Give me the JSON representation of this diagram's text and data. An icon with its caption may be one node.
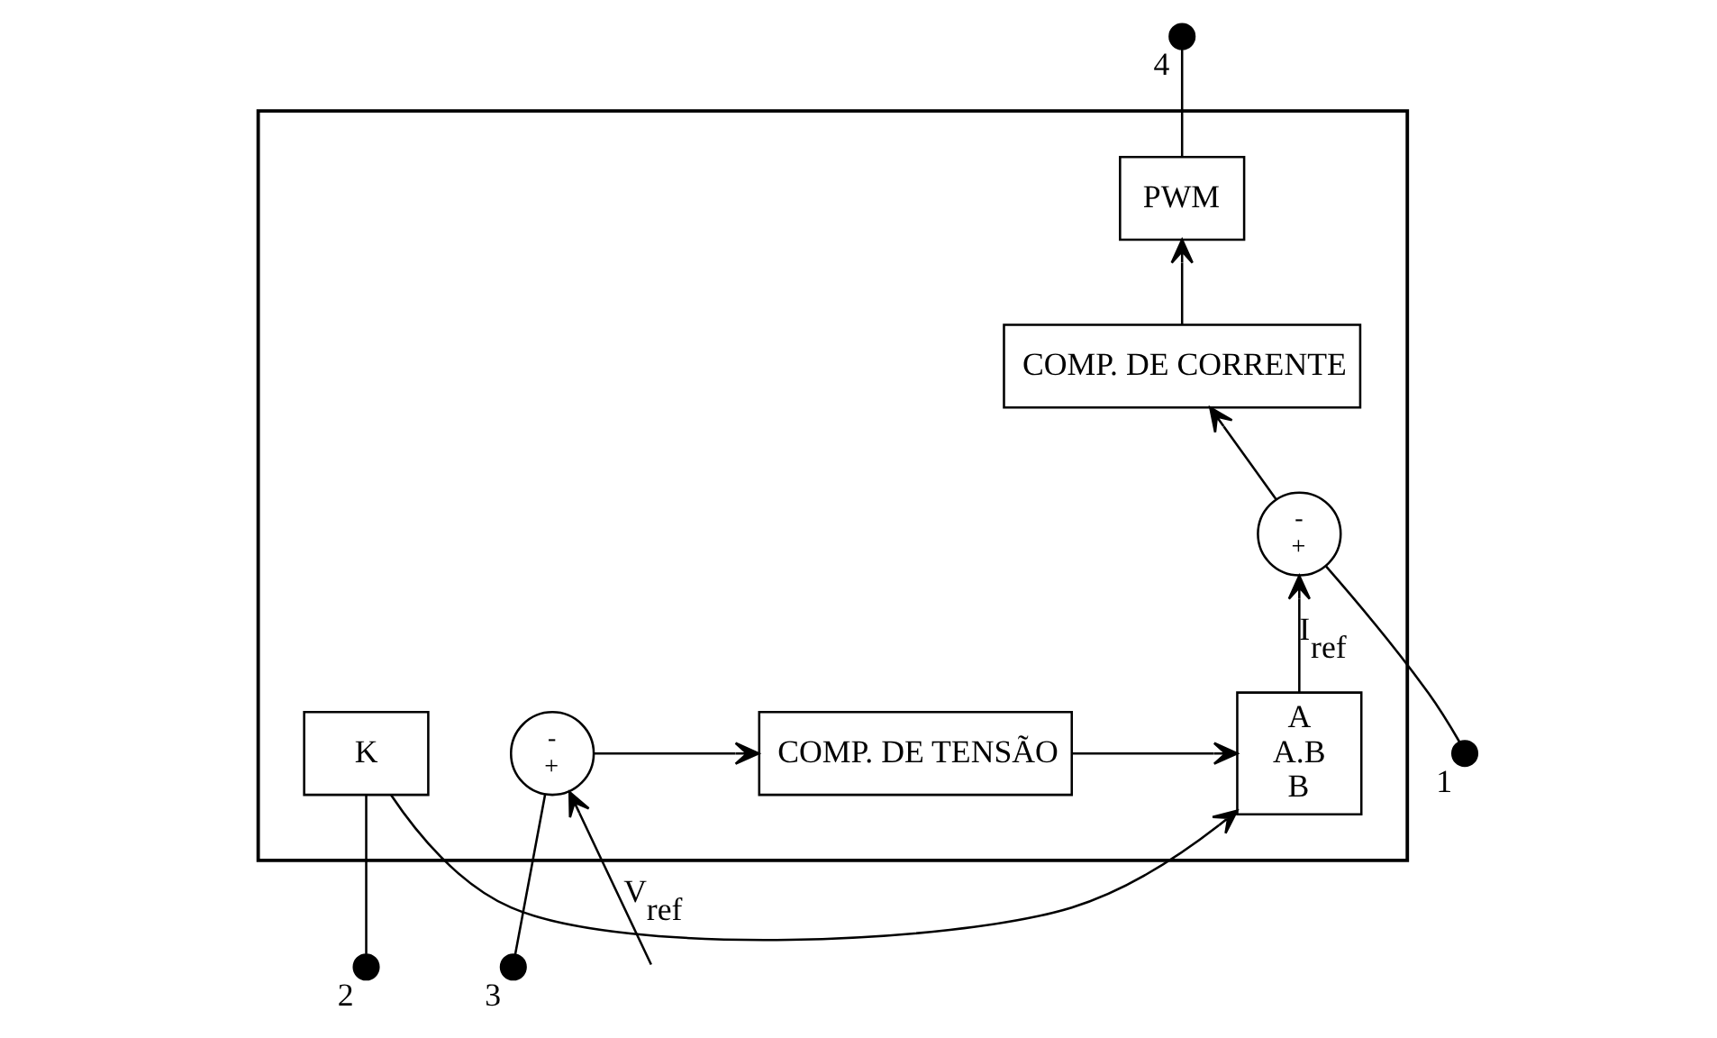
{
  "diagram": {
    "nodes": [
      {
        "text": [],
        "shape": "box"
      },
      {
        "text": [],
        "shape": "circle",
        "beside": [
          "4"
        ]
      },
      {
        "text": [
          "PWM"
        ],
        "in": 0
      },
      {
        "text": [
          "COMP. DE CORRENTE"
        ],
        "in": 0
      },
      {
        "text": [
          "-",
          "+"
        ],
        "in": 0
      },
      {
        "text": [],
        "shape": "circle",
        "beside": [
          "1"
        ]
      },
      {
        "text": [],
        "shape": "circle",
        "beside": [
          "2"
        ]
      },
      {
        "text": [
          "K"
        ],
        "in": 0
      },
      {
        "text": [
          "A",
          "A.B",
          "B"
        ],
        "in": 0
      },
      {
        "text": [
          "COMP. DE TENSÃO"
        ],
        "in": 0
      },
      {
        "text": [
          "-",
          "+"
        ],
        "in": 0
      },
      {
        "text": [],
        "shape": "circle",
        "beside": [
          "3"
        ]
      }
    ],
    "edges": [
      {
        "from": 2,
        "to": 1,
        "arrow": "none"
      },
      {
        "from": 3,
        "to": 2,
        "arrow": "to"
      },
      {
        "from": 4,
        "to": 3,
        "arrow": "to"
      },
      {
        "from": 5,
        "to": 4,
        "arrow": "none"
      },
      {
        "from": 8,
        "to": 4,
        "arrow": "to",
        "label": "I$_{ref}$"
      },
      {
        "from": 6,
        "to": 7,
        "arrow": "none"
      },
      {
        "from": 7,
        "to": 8,
        "arrow": "to"
      },
      {
        "from": 9,
        "to": 8,
        "arrow": "to"
      },
      {
        "from": 10,
        "to": 9,
        "arrow": "to"
      },
      {
        "from": 11,
        "to": 10,
        "arrow": "none"
      },
      {
        "from": null,
        "to": 10,
        "arrow": "to",
        "label": "V$_{ref}$"
      }
    ]
  }
}
